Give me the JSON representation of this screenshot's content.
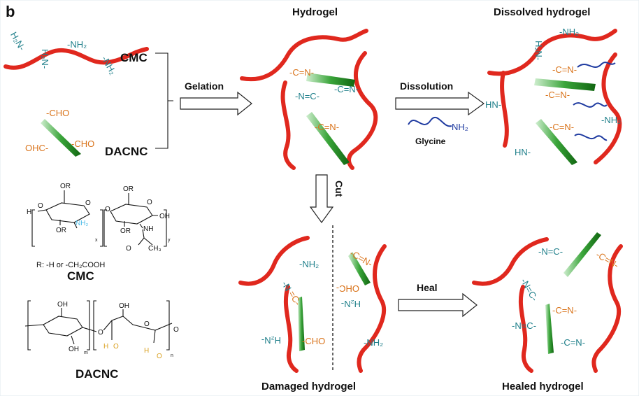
{
  "panel_letter": "b",
  "labels": {
    "cmc": "CMC",
    "dacnc": "DACNC",
    "hydrogel": "Hydrogel",
    "dissolved": "Dissolved hydrogel",
    "damaged": "Damaged hydrogel",
    "healed": "Healed hydrogel",
    "glycine": "Glycine",
    "r_group": "R: -H or -CH₂COOH",
    "cmc_struct": "CMC",
    "dacnc_struct": "DACNC"
  },
  "arrows": {
    "gelation": "Gelation",
    "dissolution": "Dissolution",
    "cut": "Cut",
    "heal": "Heal"
  },
  "groups": {
    "nh2_right": "-NH₂",
    "nh2_left": "H₂N-",
    "nh2_plain": "NH₂",
    "cho_right": "-CHO",
    "cho_left": "OHC-",
    "imine": "-C=N-",
    "imine_rev": "-N=C-",
    "n_left": "-N",
    "c_right": "=C-",
    "hn": "HN-"
  },
  "chem": {
    "or": "OR",
    "oh": "OH",
    "h": "H",
    "o": "O",
    "nh": "NH",
    "nh2": "NH₂",
    "ch3": "CH₃",
    "x": "x",
    "y": "y",
    "m": "m",
    "n": "n"
  },
  "colors": {
    "chain": "#e0281e",
    "crystal": "#2a9a2a",
    "amine": "#1f7f8a",
    "aldehyde": "#d9731a",
    "glycine": "#1e3aa0"
  }
}
